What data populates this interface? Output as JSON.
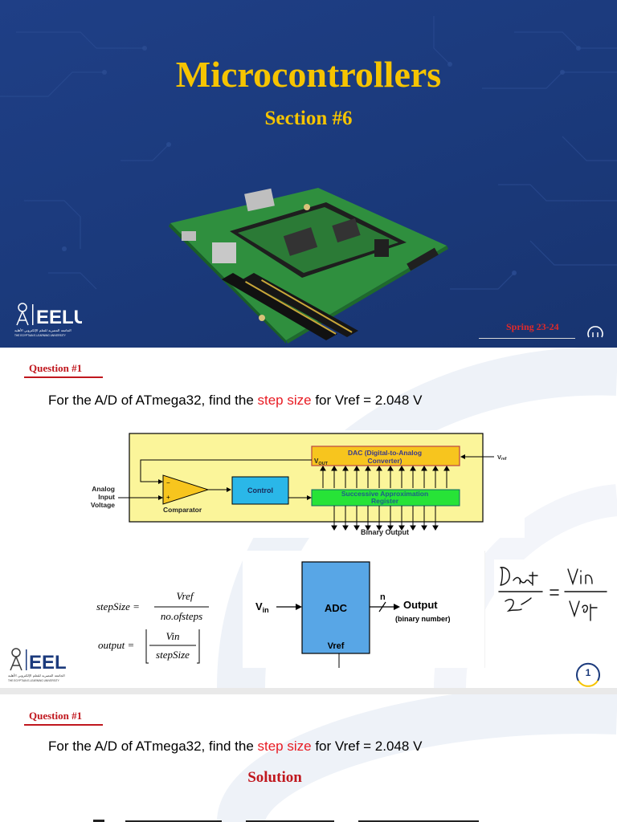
{
  "title_slide": {
    "title": "Microcontrollers",
    "subtitle": "Section #6",
    "logo_text": "EELU",
    "logo_caption_ar": "الجامعة المصرية للتعلم الإلكتروني الأهلية",
    "logo_caption_en": "THE EGYPTIAN E-LEARNING UNIVERSITY",
    "semester": "Spring 23-24"
  },
  "slide_two": {
    "question_label": "Question #1",
    "question_prefix": "For the A/D of ATmega32, find the ",
    "question_highlight": "step size",
    "question_suffix": " for Vref = 2.048 V",
    "diagram": {
      "dac_label_1": "DAC (Digital-to-Analog",
      "dac_label_2": "Converter)",
      "vout": "V",
      "vout_sub": "OUT",
      "vref": "V",
      "vref_sub": "ref",
      "sar_label_1": "Successive Approximation",
      "sar_label_2": "Register",
      "control": "Control",
      "comparator": "Comparator",
      "analog_1": "Analog",
      "analog_2": "Input",
      "analog_3": "Voltage",
      "binary_output": "Binary Output",
      "minus": "−",
      "plus": "+"
    },
    "formulas": {
      "step_lhs": "stepSize =",
      "step_num": "Vref",
      "step_den": "no.ofsteps",
      "out_lhs": "output =",
      "out_num": "Vin",
      "out_den": "stepSize"
    },
    "adc": {
      "vin": "V",
      "vin_sub": "in",
      "label": "ADC",
      "vref": "Vref",
      "n": "n",
      "output": "Output",
      "output_note": "(binary number)"
    },
    "page_number": "1"
  },
  "slide_three": {
    "question_label": "Question #1",
    "question_prefix": "For the A/D of ATmega32, find the ",
    "question_highlight": "step size",
    "question_suffix": " for Vref = 2.048 V",
    "solution": "Solution"
  },
  "colors": {
    "title_bg": "#1b3a7c",
    "title_gold": "#f6c400",
    "accent_red": "#c0171e",
    "dac_yellow": "#f7c51e",
    "diagram_bg": "#fbf59a",
    "control_cyan": "#2ab7e8",
    "sar_green": "#27e337",
    "adc_blue": "#58a6e6"
  },
  "icons": [
    "eelu-logo-icon",
    "lightbulb-icon",
    "page-number-icon"
  ]
}
